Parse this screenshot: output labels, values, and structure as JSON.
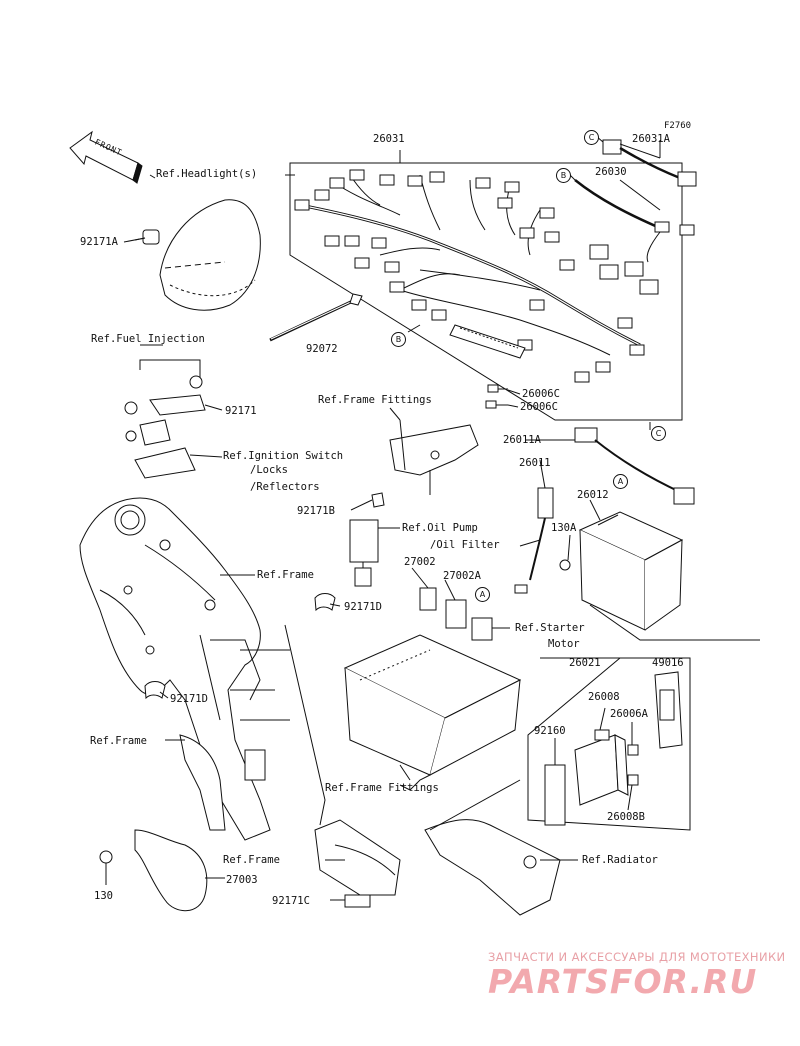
{
  "figure_code": "F2760",
  "front_label": "FRONT",
  "callouts": {
    "p26031": "26031",
    "p26031A": "26031A",
    "p26030": "26030",
    "p26006C_1": "26006C",
    "p26006C_2": "26006C",
    "p26011A": "26011A",
    "p26011": "26011",
    "p26012": "26012",
    "p130A": "130A",
    "p27002": "27002",
    "p27002A": "27002A",
    "p26021": "26021",
    "p49016": "49016",
    "p26008": "26008",
    "p26006A": "26006A",
    "p92160": "92160",
    "p26008B": "26008B",
    "p92171A": "92171A",
    "p92072": "92072",
    "p92171": "92171",
    "p92171B": "92171B",
    "p92171D_1": "92171D",
    "p92171D_2": "92171D",
    "p92171C": "92171C",
    "p130": "130",
    "p27003": "27003"
  },
  "references": {
    "headlight": "Ref.Headlight(s)",
    "fuel_injection": "Ref.Fuel Injection",
    "frame_fittings_top": "Ref.Frame Fittings",
    "ignition_1": "Ref.Ignition Switch",
    "ignition_2": "/Locks",
    "ignition_3": "/Reflectors",
    "frame_1": "Ref.Frame",
    "oil_1": "Ref.Oil Pump",
    "oil_2": "/Oil Filter",
    "starter_1": "Ref.Starter",
    "starter_2": "Motor",
    "frame_2": "Ref.Frame",
    "frame_fittings_bottom": "Ref.Frame Fittings",
    "frame_3": "Ref.Frame",
    "radiator": "Ref.Radiator"
  },
  "connector_marks": {
    "c_top": "C",
    "b_top": "B",
    "b_mid": "B",
    "c_mid": "C",
    "a_1": "A",
    "a_2": "A"
  },
  "watermark": {
    "tagline": "ЗАПЧАСТИ И АКСЕССУАРЫ ДЛЯ МОТОТЕХНИКИ",
    "logo": "PARTSFOR.RU"
  }
}
